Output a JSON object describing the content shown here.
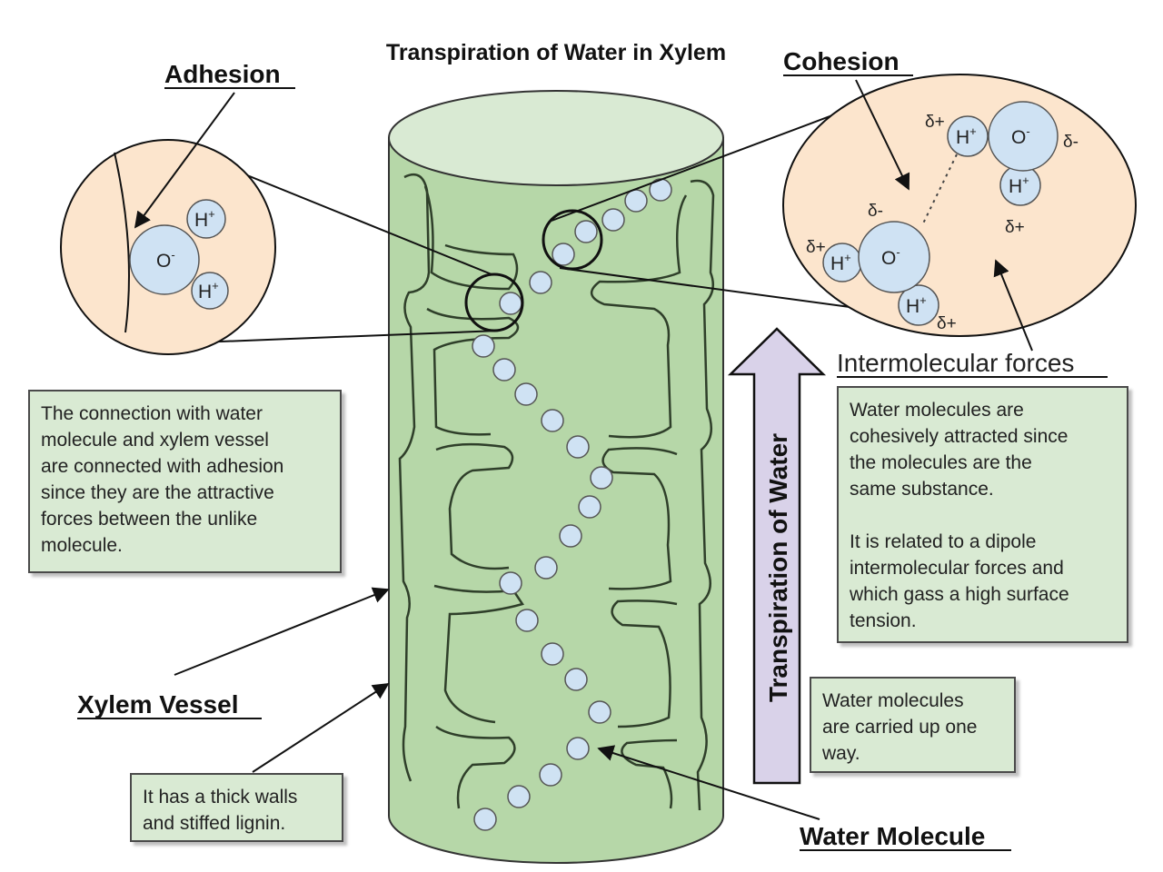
{
  "title": "Transpiration of Water in Xylem",
  "labels": {
    "adhesion": "Adhesion",
    "cohesion": "Cohesion",
    "intermolecular_forces": "Intermolecular forces",
    "xylem_vessel": "Xylem Vessel",
    "water_molecule": "Water Molecule",
    "transpiration_arrow": "Transpiration of Water"
  },
  "notes": {
    "adhesion": "The connection with water\nmolecule and xylem vessel\nare connected with adhesion\nsince they are the attractive\nforces between the unlike\nmolecule.",
    "cohesion": "Water molecules are\ncohesively attracted since\nthe molecules are the\nsame substance.\n\nIt is related to a dipole\nintermolecular forces and\nwhich gass a high surface\ntension.",
    "wall": "It has a thick walls\nand stiffed lignin.",
    "one_way": "Water molecules\nare carried up one\nway."
  },
  "atoms": {
    "oxygen": "O",
    "hydrogen": "H",
    "minus": "-",
    "plus": "+",
    "delta_plus": "δ+",
    "delta_minus": "δ-"
  },
  "colors": {
    "vessel_fill": "#b6d7a8",
    "vessel_top": "#d9ead3",
    "molecule": "#cfe2f3",
    "zoom_fill": "#fce5cd",
    "note_fill": "#d9ead3",
    "arrow_fill": "#d9d2e9"
  }
}
